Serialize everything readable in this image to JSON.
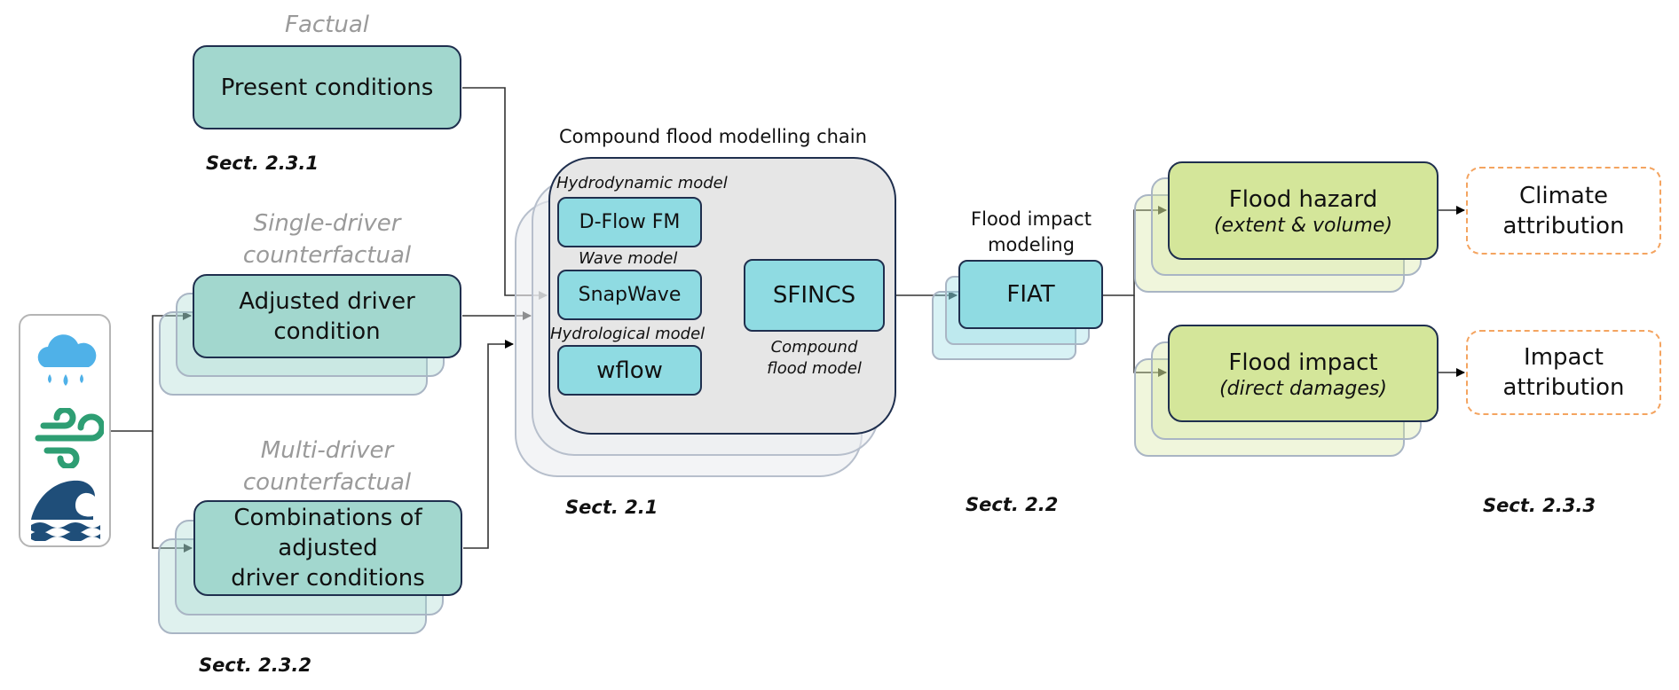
{
  "drivers": {
    "icons": [
      "rain-cloud-icon",
      "wind-icon",
      "wave-icon"
    ],
    "colors": {
      "rain": "#4fb1e8",
      "wind": "#2e9e73",
      "wave": "#1f4e79"
    }
  },
  "scenarios": {
    "factual": {
      "heading": "Factual",
      "box": "Present conditions",
      "section": "Sect. 2.3.1"
    },
    "single": {
      "heading_line1": "Single-driver",
      "heading_line2": "counterfactual",
      "box_line1": "Adjusted driver",
      "box_line2": "condition"
    },
    "multi": {
      "heading_line1": "Multi-driver",
      "heading_line2": "counterfactual",
      "box_line1": "Combinations of",
      "box_line2": "adjusted",
      "box_line3": "driver conditions",
      "section": "Sect. 2.3.2"
    }
  },
  "chain": {
    "title": "Compound flood modelling chain",
    "hydrodynamic_label": "Hydrodynamic model",
    "hydrodynamic_model": "D-Flow FM",
    "wave_label": "Wave model",
    "wave_model": "SnapWave",
    "hydrological_label": "Hydrological model",
    "hydrological_model": "wflow",
    "compound_model": "SFINCS",
    "compound_caption_line1": "Compound",
    "compound_caption_line2": "flood model",
    "section": "Sect. 2.1"
  },
  "impact": {
    "title_line1": "Flood impact",
    "title_line2": "modeling",
    "model": "FIAT",
    "section": "Sect. 2.2"
  },
  "outputs": {
    "hazard_title": "Flood hazard",
    "hazard_sub": "(extent & volume)",
    "impact_title": "Flood impact",
    "impact_sub": "(direct damages)",
    "section": "Sect. 2.3.3"
  },
  "attribution": {
    "climate_line1": "Climate",
    "climate_line2": "attribution",
    "impact_line1": "Impact",
    "impact_line2": "attribution",
    "border_color": "#f4a460"
  }
}
